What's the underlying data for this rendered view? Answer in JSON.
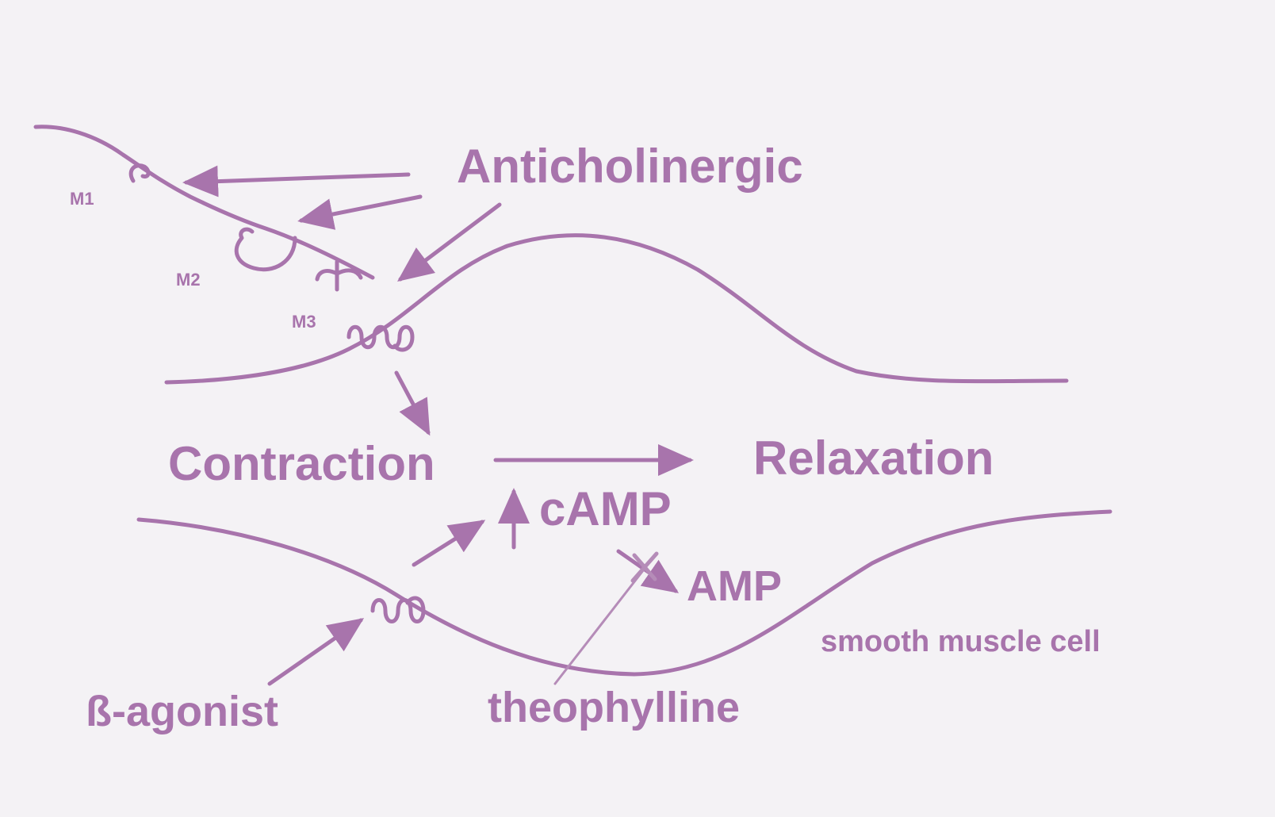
{
  "colors": {
    "ink": "#a874ac",
    "ink_light": "#b58cb8",
    "background": "#f4f2f5"
  },
  "labels": {
    "anticholinergic": "Anticholinergic",
    "m1": "M1",
    "m2": "M2",
    "m3": "M3",
    "contraction": "Contraction",
    "relaxation": "Relaxation",
    "camp": "cAMP",
    "amp": "AMP",
    "smooth_muscle_cell": "smooth muscle cell",
    "beta_agonist": "ß-agonist",
    "theophylline": "theophylline"
  }
}
